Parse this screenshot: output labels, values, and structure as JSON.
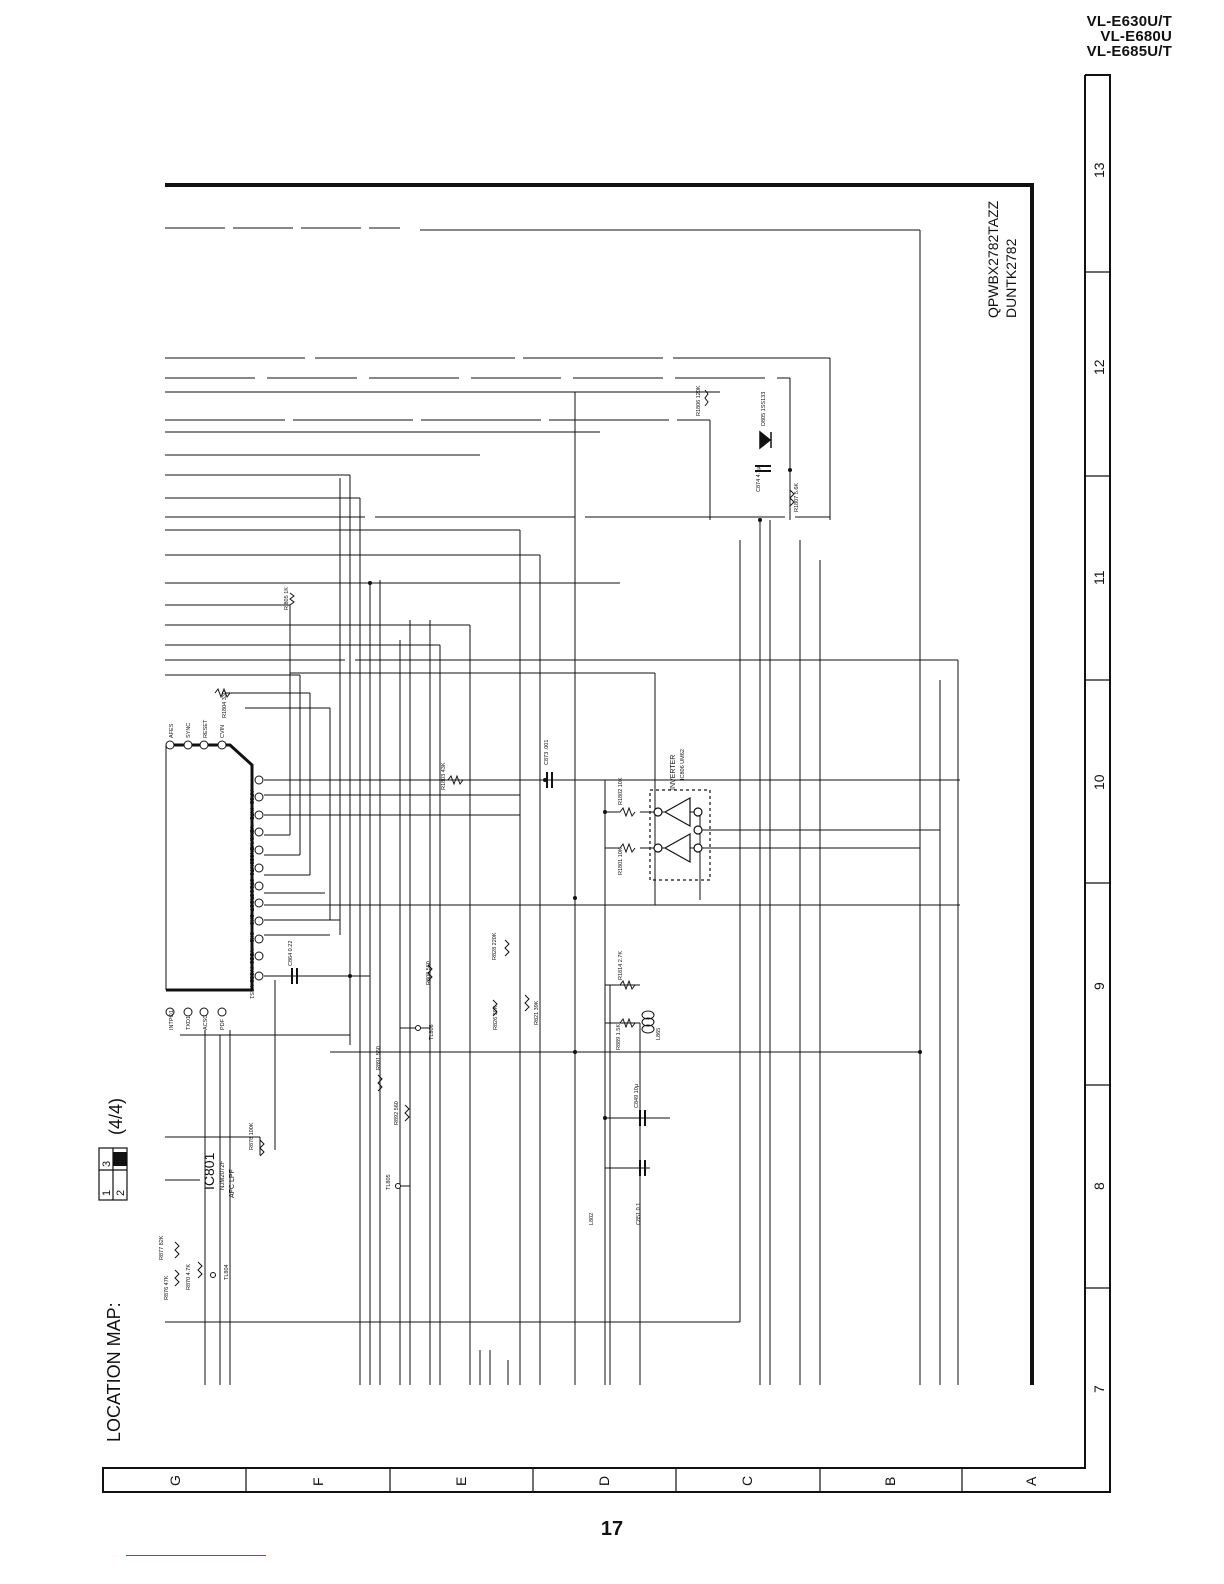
{
  "header": {
    "models": [
      "VL-E630U/T",
      "VL-E680U",
      "VL-E685U/T"
    ]
  },
  "location_map": {
    "label": "LOCATION MAP:",
    "cells": [
      "1",
      "3",
      "2"
    ],
    "page": "(4/4)"
  },
  "board": {
    "part_number": "QPWBX2782TAZZ",
    "code": "DUNTK2782"
  },
  "grid": {
    "right_columns": [
      "13",
      "12",
      "11",
      "10",
      "9",
      "8",
      "7"
    ],
    "bottom_rows": [
      "G",
      "F",
      "E",
      "D",
      "C",
      "B",
      "A"
    ]
  },
  "ic": {
    "name": "IC801",
    "part": "NJM2072F",
    "desc": "AFC LPF",
    "top_pins": [
      "INTPO1",
      "TXD1",
      "ACSC",
      "PDF"
    ],
    "left_pins": [
      "AFC2",
      "INTB",
      "VENSA",
      "VENSB",
      "CNTS",
      "STSCC",
      "RCST",
      "CKS",
      "CK2",
      "VDD2",
      "IVSS2",
      "VSS1"
    ],
    "bottom_pins": [
      "AFES",
      "SYNC",
      "RESET",
      "CVIN"
    ]
  },
  "components": {
    "r1804": "R1804 330",
    "r805": "R 805 1K",
    "r1803": "R1803 43K",
    "c873": "C873 .001",
    "inverter": "INVERTER",
    "ic806": "IC806 UM62",
    "r1802": "R1802 10K",
    "r1801": "R1801 10K",
    "r1806": "R1806 120K",
    "d805": "D805 1SS133",
    "c874": "C874 4.7μ",
    "r1807": "R1807 5.6K",
    "c864": "C864 0.22",
    "r828": "R828 220K",
    "r808": "R808 560",
    "r826": "R826 39K",
    "r821": "R821 39K",
    "r1814": "R1814 2.7K",
    "l865": "L865",
    "r889": "R889 1.5K",
    "c849": "C849 10μ",
    "r891": "R891 560",
    "r892": "R892 560",
    "tl805": "TL805",
    "tl806": "TL806",
    "r878": "R878 100K",
    "l802": "L802",
    "c851": "C851 0.1",
    "r877": "R877 82K",
    "r876": "R876 47K",
    "r870": "R870 4.7K",
    "tl804": "TL804"
  },
  "footer": {
    "page_number": "17"
  }
}
